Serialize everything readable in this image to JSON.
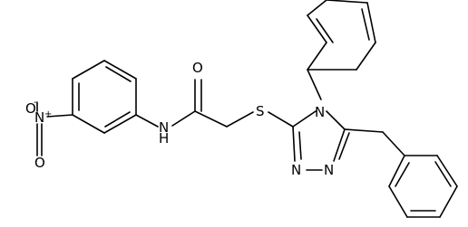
{
  "molecule": {
    "atom_labels": {
      "nitro_O_minus": "O",
      "minus_charge": "-",
      "nitro_N": "N",
      "plus_charge": "+",
      "nitro_O_double": "O",
      "amide_N": "N",
      "amide_H": "H",
      "carbonyl_O": "O",
      "sulfur": "S",
      "triazole_N4": "N",
      "triazole_N1": "N",
      "triazole_N2": "N"
    }
  }
}
